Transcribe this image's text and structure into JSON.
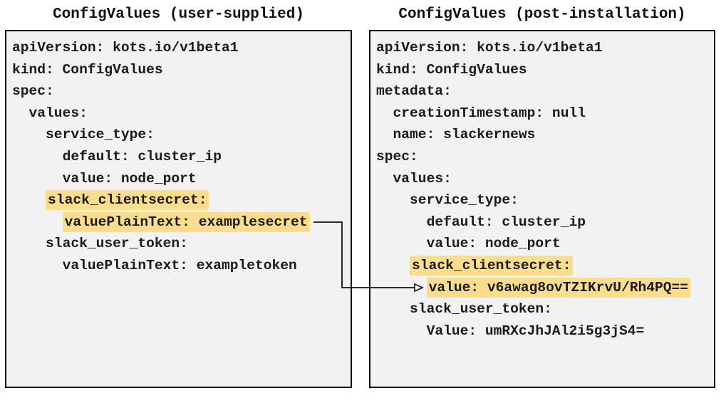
{
  "left_panel": {
    "title": "ConfigValues (user-supplied)",
    "lines": [
      {
        "indent": 0,
        "text": "apiVersion: kots.io/v1beta1",
        "highlight": false
      },
      {
        "indent": 0,
        "text": "kind: ConfigValues",
        "highlight": false
      },
      {
        "indent": 0,
        "text": "spec:",
        "highlight": false
      },
      {
        "indent": 2,
        "text": "values:",
        "highlight": false
      },
      {
        "indent": 4,
        "text": "service_type:",
        "highlight": false
      },
      {
        "indent": 6,
        "text": "default: cluster_ip",
        "highlight": false
      },
      {
        "indent": 6,
        "text": "value: node_port",
        "highlight": false
      },
      {
        "indent": 4,
        "text": "slack_clientsecret:",
        "highlight": true
      },
      {
        "indent": 6,
        "text": "valuePlainText: examplesecret",
        "highlight": true
      },
      {
        "indent": 4,
        "text": "slack_user_token:",
        "highlight": false
      },
      {
        "indent": 6,
        "text": "valuePlainText: exampletoken",
        "highlight": false
      }
    ]
  },
  "right_panel": {
    "title": "ConfigValues (post-installation)",
    "lines": [
      {
        "indent": 0,
        "text": "apiVersion: kots.io/v1beta1",
        "highlight": false
      },
      {
        "indent": 0,
        "text": "kind: ConfigValues",
        "highlight": false
      },
      {
        "indent": 0,
        "text": "metadata:",
        "highlight": false
      },
      {
        "indent": 2,
        "text": "creationTimestamp: null",
        "highlight": false
      },
      {
        "indent": 2,
        "text": "name: slackernews",
        "highlight": false
      },
      {
        "indent": 0,
        "text": "spec:",
        "highlight": false
      },
      {
        "indent": 2,
        "text": "values:",
        "highlight": false
      },
      {
        "indent": 4,
        "text": "service_type:",
        "highlight": false
      },
      {
        "indent": 6,
        "text": "default: cluster_ip",
        "highlight": false
      },
      {
        "indent": 6,
        "text": "value: node_port",
        "highlight": false
      },
      {
        "indent": 4,
        "text": "slack_clientsecret:",
        "highlight": true
      },
      {
        "indent": 6,
        "text": "value: v6awag8ovTZIKrvU/Rh4PQ==",
        "highlight": true
      },
      {
        "indent": 4,
        "text": "slack_user_token:",
        "highlight": false
      },
      {
        "indent": 6,
        "text": "Value: umRXcJhJAl2i5g3jS4=",
        "highlight": false
      }
    ]
  },
  "colors": {
    "highlight": "#fbdd8d",
    "panel_bg": "#f2f2f2",
    "border": "#111111",
    "arrow": "#111111"
  }
}
